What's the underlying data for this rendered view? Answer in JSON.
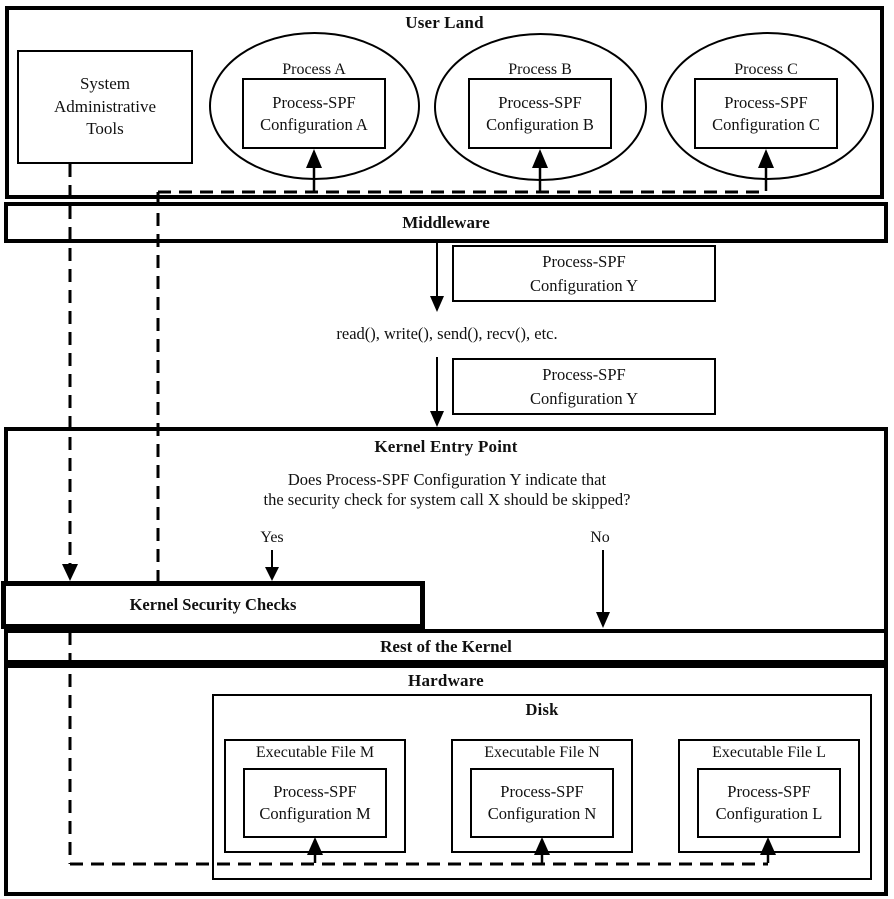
{
  "user_land": {
    "title": "User Land",
    "admin_tools_label": "System Administrative Tools",
    "processes": [
      {
        "label": "Process A",
        "config": "Process-SPF Configuration A"
      },
      {
        "label": "Process B",
        "config": "Process-SPF Configuration B"
      },
      {
        "label": "Process C",
        "config": "Process-SPF Configuration C"
      }
    ]
  },
  "middleware": {
    "title": "Middleware"
  },
  "syscall_flow": {
    "config_upper": "Process-SPF Configuration Y",
    "syscalls": "read(), write(), send(), recv(), etc.",
    "config_lower": "Process-SPF Configuration Y"
  },
  "kernel_entry": {
    "title": "Kernel Entry Point",
    "question_line1": "Does Process-SPF Configuration Y indicate that",
    "question_line2": "the security check for system call X should be skipped?",
    "yes_label": "Yes",
    "no_label": "No"
  },
  "kernel_security": {
    "title": "Kernel Security Checks"
  },
  "rest_of_kernel": {
    "title": "Rest of the Kernel"
  },
  "hardware": {
    "title": "Hardware",
    "disk": {
      "title": "Disk",
      "files": [
        {
          "label": "Executable File M",
          "config": "Process-SPF Configuration M"
        },
        {
          "label": "Executable File N",
          "config": "Process-SPF Configuration N"
        },
        {
          "label": "Executable File L",
          "config": "Process-SPF Configuration L"
        }
      ]
    }
  },
  "colors": {
    "line": "#000000",
    "background": "#ffffff"
  }
}
